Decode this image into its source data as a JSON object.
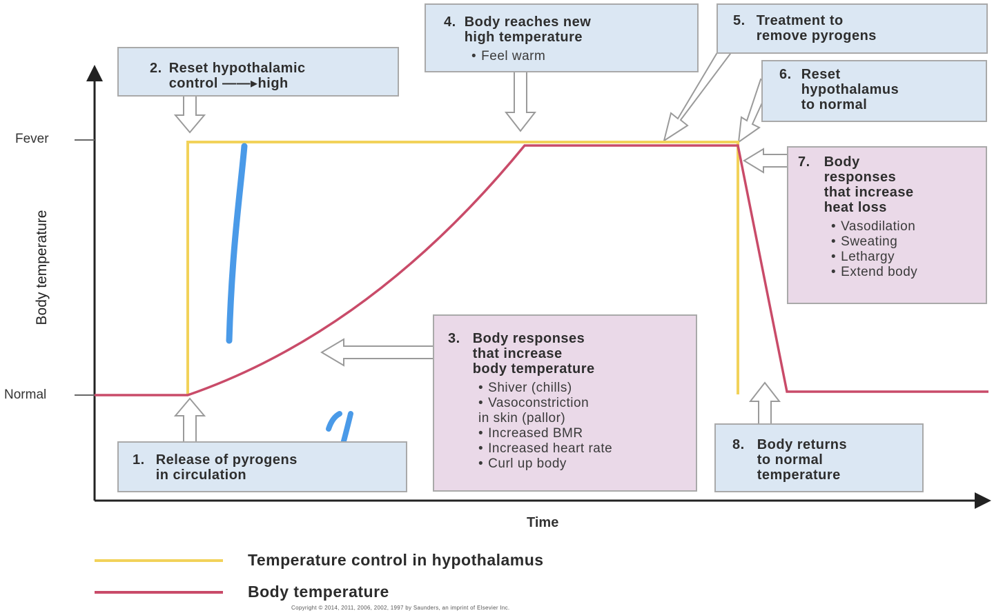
{
  "axes": {
    "y_label": "Body temperature",
    "x_label": "Time",
    "fever_label": "Fever",
    "normal_label": "Normal"
  },
  "steps": [
    {
      "num": "1.",
      "text": "Release of pyrogens\nin circulation",
      "bullets": []
    },
    {
      "num": "2.",
      "text": "Reset hypothalamic\ncontrol ——▸high",
      "bullets": []
    },
    {
      "num": "3.",
      "text": "Body responses\nthat increase\nbody temperature",
      "bullets": [
        "Shiver (chills)",
        "Vasoconstriction\n   in skin (pallor)",
        "Increased BMR",
        "Increased heart rate",
        "Curl up body"
      ]
    },
    {
      "num": "4.",
      "text": "Body reaches new\nhigh temperature",
      "bullets": [
        "Feel warm"
      ]
    },
    {
      "num": "5.",
      "text": "Treatment to\nremove pyrogens",
      "bullets": []
    },
    {
      "num": "6.",
      "text": "Reset\nhypothalamus\nto normal",
      "bullets": []
    },
    {
      "num": "7.",
      "text": "Body\nresponses\nthat increase\nheat loss",
      "bullets": [
        "Vasodilation",
        "Sweating",
        "Lethargy",
        "Extend body"
      ]
    },
    {
      "num": "8.",
      "text": "Body returns\nto normal\ntemperature",
      "bullets": []
    }
  ],
  "legend": [
    {
      "label": "Temperature control in hypothalamus",
      "color": "#f2d25a"
    },
    {
      "label": "Body temperature",
      "color": "#c94b69"
    }
  ],
  "colors": {
    "hypothalamus_line": "#f2d25a",
    "body_line": "#c94b69",
    "blue_box": "#dbe7f3",
    "pink_box": "#ead9e8",
    "pen_marks": "#4a9ae8"
  },
  "copyright": "Copyright © 2014, 2011, 2006, 2002, 1997 by Saunders, an imprint of Elsevier Inc."
}
